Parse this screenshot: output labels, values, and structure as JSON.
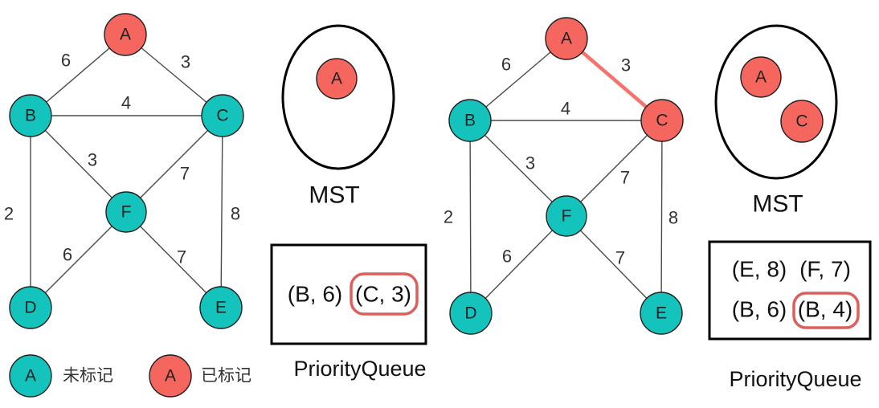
{
  "colors": {
    "node_unmarked": "#15c3bd",
    "node_marked": "#f4665e",
    "edge_highlight": "#f4736d",
    "queue_highlight_ring": "#dd5f5b"
  },
  "left": {
    "graph": {
      "nodes": [
        {
          "label": "A",
          "state": "marked"
        },
        {
          "label": "B",
          "state": "unmarked"
        },
        {
          "label": "C",
          "state": "unmarked"
        },
        {
          "label": "D",
          "state": "unmarked"
        },
        {
          "label": "E",
          "state": "unmarked"
        },
        {
          "label": "F",
          "state": "unmarked"
        }
      ],
      "edges": [
        {
          "from": "A",
          "to": "B",
          "weight": "6",
          "highlighted": false
        },
        {
          "from": "A",
          "to": "C",
          "weight": "3",
          "highlighted": false
        },
        {
          "from": "B",
          "to": "C",
          "weight": "4",
          "highlighted": false
        },
        {
          "from": "B",
          "to": "F",
          "weight": "3",
          "highlighted": false
        },
        {
          "from": "C",
          "to": "F",
          "weight": "7",
          "highlighted": false
        },
        {
          "from": "B",
          "to": "D",
          "weight": "2",
          "highlighted": false
        },
        {
          "from": "C",
          "to": "E",
          "weight": "8",
          "highlighted": false
        },
        {
          "from": "D",
          "to": "F",
          "weight": "6",
          "highlighted": false
        },
        {
          "from": "F",
          "to": "E",
          "weight": "7",
          "highlighted": false
        }
      ]
    },
    "mst": {
      "title": "MST",
      "members": [
        "A"
      ]
    },
    "queue": {
      "title": "PriorityQueue",
      "rows": [
        [
          {
            "text": "(B, 6)",
            "highlighted": false
          },
          {
            "text": "(C, 3)",
            "highlighted": true
          }
        ]
      ]
    }
  },
  "right": {
    "graph": {
      "nodes": [
        {
          "label": "A",
          "state": "marked"
        },
        {
          "label": "B",
          "state": "unmarked"
        },
        {
          "label": "C",
          "state": "marked"
        },
        {
          "label": "D",
          "state": "unmarked"
        },
        {
          "label": "E",
          "state": "unmarked"
        },
        {
          "label": "F",
          "state": "unmarked"
        }
      ],
      "edges": [
        {
          "from": "A",
          "to": "B",
          "weight": "6",
          "highlighted": false
        },
        {
          "from": "A",
          "to": "C",
          "weight": "3",
          "highlighted": true
        },
        {
          "from": "B",
          "to": "C",
          "weight": "4",
          "highlighted": false
        },
        {
          "from": "B",
          "to": "F",
          "weight": "3",
          "highlighted": false
        },
        {
          "from": "C",
          "to": "F",
          "weight": "7",
          "highlighted": false
        },
        {
          "from": "B",
          "to": "D",
          "weight": "2",
          "highlighted": false
        },
        {
          "from": "C",
          "to": "E",
          "weight": "8",
          "highlighted": false
        },
        {
          "from": "D",
          "to": "F",
          "weight": "6",
          "highlighted": false
        },
        {
          "from": "F",
          "to": "E",
          "weight": "7",
          "highlighted": false
        }
      ]
    },
    "mst": {
      "title": "MST",
      "members": [
        "A",
        "C"
      ]
    },
    "queue": {
      "title": "PriorityQueue",
      "rows": [
        [
          {
            "text": "(E, 8)",
            "highlighted": false
          },
          {
            "text": "(F, 7)",
            "highlighted": false
          }
        ],
        [
          {
            "text": "(B, 6)",
            "highlighted": false
          },
          {
            "text": "(B, 4)",
            "highlighted": true
          }
        ]
      ]
    }
  },
  "legend": {
    "unmarked": {
      "symbol": "A",
      "label": "未标记"
    },
    "marked": {
      "symbol": "A",
      "label": "已标记"
    }
  }
}
